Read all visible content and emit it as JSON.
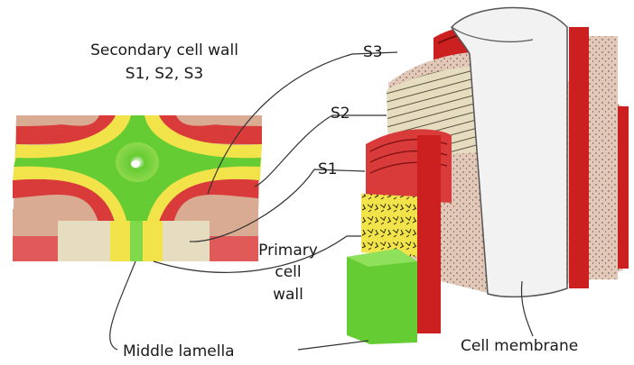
{
  "labels": {
    "secondary_wall_title": "Secondary cell wall",
    "secondary_wall_layers": "S1, S2, S3",
    "s3": "S3",
    "s2": "S2",
    "s1": "S1",
    "primary_line1": "Primary",
    "primary_line2": "cell",
    "primary_line3": "wall",
    "middle_lamella": "Middle lamella",
    "cell_membrane": "Cell membrane"
  },
  "colors": {
    "s3_red": "#cc1f1f",
    "s2_tan": "#d9b8a6",
    "s1_red": "#d93a3a",
    "primary_yellow": "#f2e34a",
    "middle_lamella_green": "#66cc33",
    "membrane_white": "#f2f2f2",
    "leader_line": "#333333"
  }
}
